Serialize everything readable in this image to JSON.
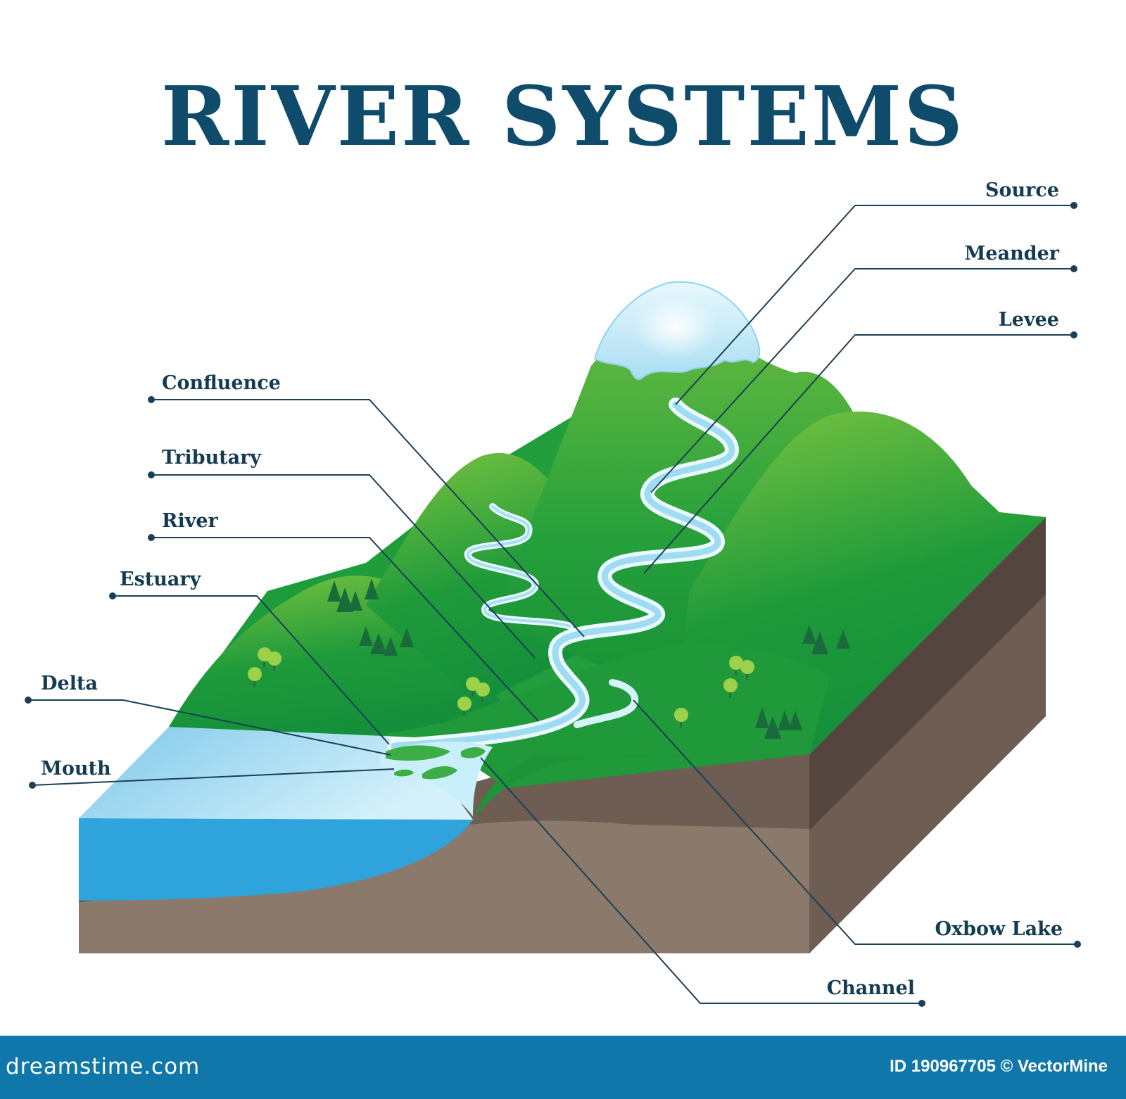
{
  "title": "RIVER SYSTEMS",
  "labels": {
    "source": "Source",
    "meander": "Meander",
    "levee": "Levee",
    "confluence": "Confluence",
    "tributary": "Tributary",
    "river": "River",
    "estuary": "Estuary",
    "delta": "Delta",
    "mouth": "Mouth",
    "oxbow_lake": "Oxbow Lake",
    "channel": "Channel"
  },
  "footer": {
    "brand": "dreamstime.com",
    "image_id": "ID 190967705 © VectorMine"
  },
  "colors": {
    "title": "#0f4b6a",
    "label_text": "#143b52",
    "leader_line": "#1b3f57",
    "grass": "#1f9a3a",
    "grass_light": "#6cbf3c",
    "water": "#2ea3dc",
    "river": "#bfe9f6",
    "snow": "#c8edf8",
    "soil_dark": "#5c4e45",
    "soil_mid": "#706054",
    "soil_light": "#8b7a6b",
    "footer_bg": "#0f77aa"
  }
}
